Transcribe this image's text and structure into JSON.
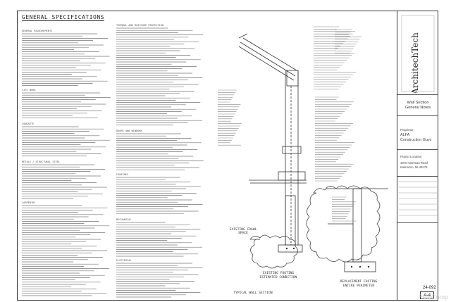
{
  "notes": {
    "title": "GENERAL SPECIFICATIONS",
    "section_headings": [
      "GENERAL REQUIREMENTS",
      "SITE WORK",
      "CONCRETE",
      "METALS / STRUCTURAL STEEL",
      "CARPENTRY",
      "THERMAL AND MOISTURE PROTECTION",
      "DOORS AND WINDOWS",
      "FINISHES",
      "MECHANICAL",
      "ELECTRICAL"
    ]
  },
  "drawing": {
    "caption_main": "TYPICAL WALL SECTION",
    "caption_existing": "EXISTING FOOTING",
    "caption_existing_sub": "ESTIMATED CONDITION",
    "caption_replacement": "REPLACEMENT FOOTING",
    "caption_replacement_sub": "ENTIRE PERIMETER",
    "label_crawl": "EXISTING CRAWL SPACE"
  },
  "titleblock": {
    "logo_text": "ArchitechTech",
    "sheet_title_1": "Wall Section",
    "sheet_title_2": "General Notes",
    "proprietor_label": "Proprietor",
    "proprietor_1": "ALFA",
    "proprietor_2": "Construction Guys",
    "location_label": "Project Location:",
    "address_1": "4370 Harriman Road",
    "address_2": "Kalmazoo, MI 49178",
    "sheet_number": "A-4",
    "project_number": "24-092"
  },
  "watermark": "RealComp"
}
